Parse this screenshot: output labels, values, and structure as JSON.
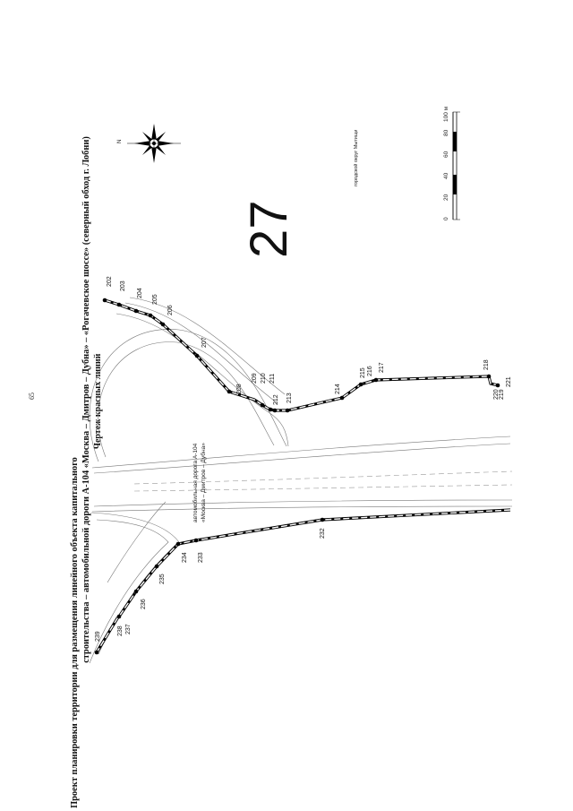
{
  "page_number": "65",
  "title": {
    "line1": "Проект планировки территории для размещения линейного объекта капитального",
    "line2": "строительства – автомобильной дороги А-104 «Москва – Дмитров – Дубна» – «Рогачевское шоссе» (северный обход г. Лобни)",
    "line3": "Чертеж красных линий"
  },
  "road_label": {
    "line1": "автомобильная дорога А-104",
    "line2": "«Москва – Дмитров – Дубна»"
  },
  "zone_number": "27",
  "district_label": "городской округ Мытищи",
  "north_marker": "N",
  "scale_bar": {
    "ticks": [
      "0",
      "20",
      "40",
      "60",
      "80",
      "100 м"
    ],
    "unit": "м"
  },
  "points_top": [
    "202",
    "203",
    "204",
    "205",
    "206",
    "207",
    "208",
    "209",
    "210",
    "211",
    "212",
    "213",
    "214",
    "215",
    "216",
    "217",
    "218",
    "219",
    "220",
    "221"
  ],
  "points_bottom": [
    "232",
    "233",
    "234",
    "235",
    "236",
    "237",
    "238",
    "239"
  ]
}
